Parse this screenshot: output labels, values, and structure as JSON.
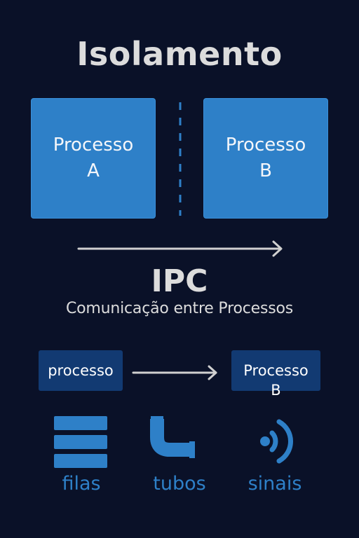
{
  "title": "Isolamento",
  "isolation": {
    "process_a": {
      "line1": "Processo",
      "line2": "A"
    },
    "process_b": {
      "line1": "Processo",
      "line2": "B"
    }
  },
  "ipc": {
    "heading": "IPC",
    "subtitle": "Comunicação entre Processos"
  },
  "communication": {
    "sender": "processo",
    "receiver": {
      "line1": "Processo",
      "line2": "B"
    }
  },
  "mechanisms": [
    {
      "icon": "queue-icon",
      "label": "filas"
    },
    {
      "icon": "pipe-icon",
      "label": "tubos"
    },
    {
      "icon": "signal-icon",
      "label": "sinais"
    }
  ],
  "colors": {
    "background": "#0a1128",
    "accent_blue": "#2e80c8",
    "dark_blue": "#123a72",
    "text_light": "#dcdcdc"
  }
}
